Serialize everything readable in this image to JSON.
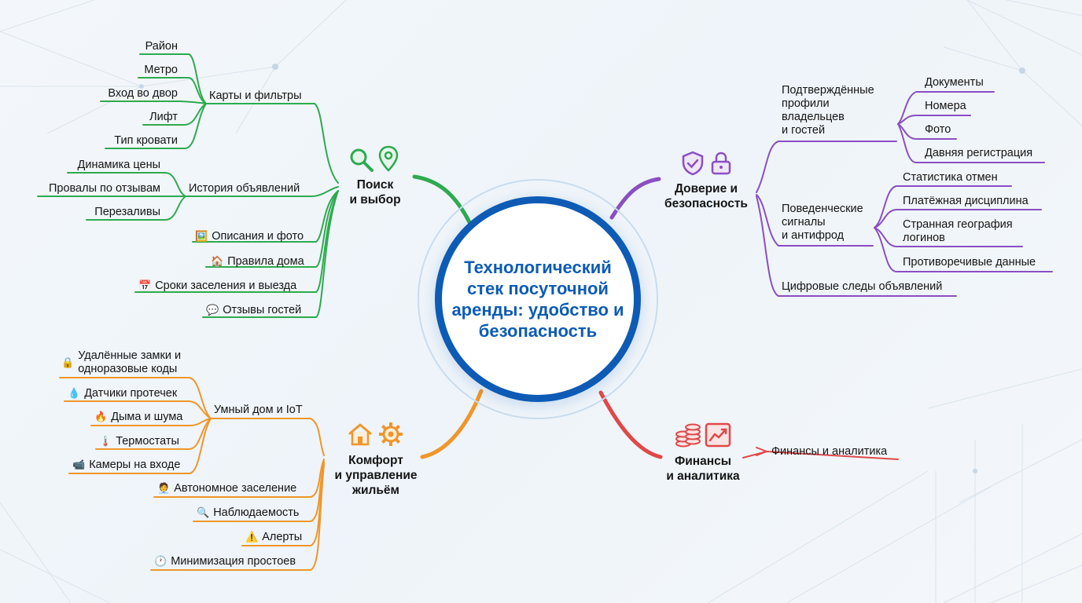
{
  "center": {
    "title": "Технологический стек посуточной аренды: удобство и безопасность"
  },
  "colors": {
    "search": "#2eaa4f",
    "trust": "#8a4fc2",
    "comfort": "#f0962a",
    "finance": "#e04848",
    "center": "#0d5bb5"
  },
  "search": {
    "title": "Поиск\nи выбор",
    "icons": [
      "magnifier-icon",
      "map-pin-icon"
    ],
    "maps": {
      "label": "Карты и фильтры",
      "items": [
        "Район",
        "Метро",
        "Вход во двор",
        "Лифт",
        "Тип кровати"
      ]
    },
    "history": {
      "label": "История объявлений",
      "items": [
        "Динамика цены",
        "Провалы по отзывам",
        "Перезаливы"
      ]
    },
    "extras": [
      {
        "icon": "🖼️",
        "label": "Описания и фото"
      },
      {
        "icon": "🏠",
        "label": "Правила дома"
      },
      {
        "icon": "📅",
        "label": "Сроки заселения и выезда"
      },
      {
        "icon": "💬",
        "label": "Отзывы гостей"
      }
    ]
  },
  "trust": {
    "title": "Доверие и\nбезопасность",
    "icons": [
      "shield-check-icon",
      "padlock-icon"
    ],
    "profiles": {
      "label": "Подтверждённые\nпрофили\nвладельцев\nи гостей",
      "items": [
        "Документы",
        "Номера",
        "Фото",
        "Давняя регистрация"
      ]
    },
    "behavior": {
      "label": "Поведенческие\nсигналы\nи антифрод",
      "items": [
        "Статистика отмен",
        "Платёжная дисциплина",
        "Странная география\nлогинов",
        "Противоречивые данные"
      ]
    },
    "digital": "Цифровые следы объявлений"
  },
  "comfort": {
    "title": "Комфорт\nи управление\nжильём",
    "icons": [
      "house-icon",
      "gear-icon"
    ],
    "smart": {
      "label": "Умный дом и IoT",
      "items": [
        {
          "icon": "🔒",
          "label": "Удалённые замки и\nодноразовые коды"
        },
        {
          "icon": "💧",
          "label": "Датчики протечек"
        },
        {
          "icon": "🔥",
          "label": "Дыма и шума"
        },
        {
          "icon": "🌡️",
          "label": "Термостаты"
        },
        {
          "icon": "📹",
          "label": "Камеры на входе"
        }
      ]
    },
    "extras": [
      {
        "icon": "🧑‍💼",
        "label": "Автономное заселение"
      },
      {
        "icon": "🔍",
        "label": "Наблюдаемость"
      },
      {
        "icon": "⚠️",
        "label": "Алерты"
      },
      {
        "icon": "🕐",
        "label": "Минимизация простоев"
      }
    ]
  },
  "finance": {
    "title": "Финансы\nи аналитика",
    "icons": [
      "coins-icon",
      "growth-chart-icon"
    ],
    "items": [
      "Финансы и аналитика"
    ]
  }
}
